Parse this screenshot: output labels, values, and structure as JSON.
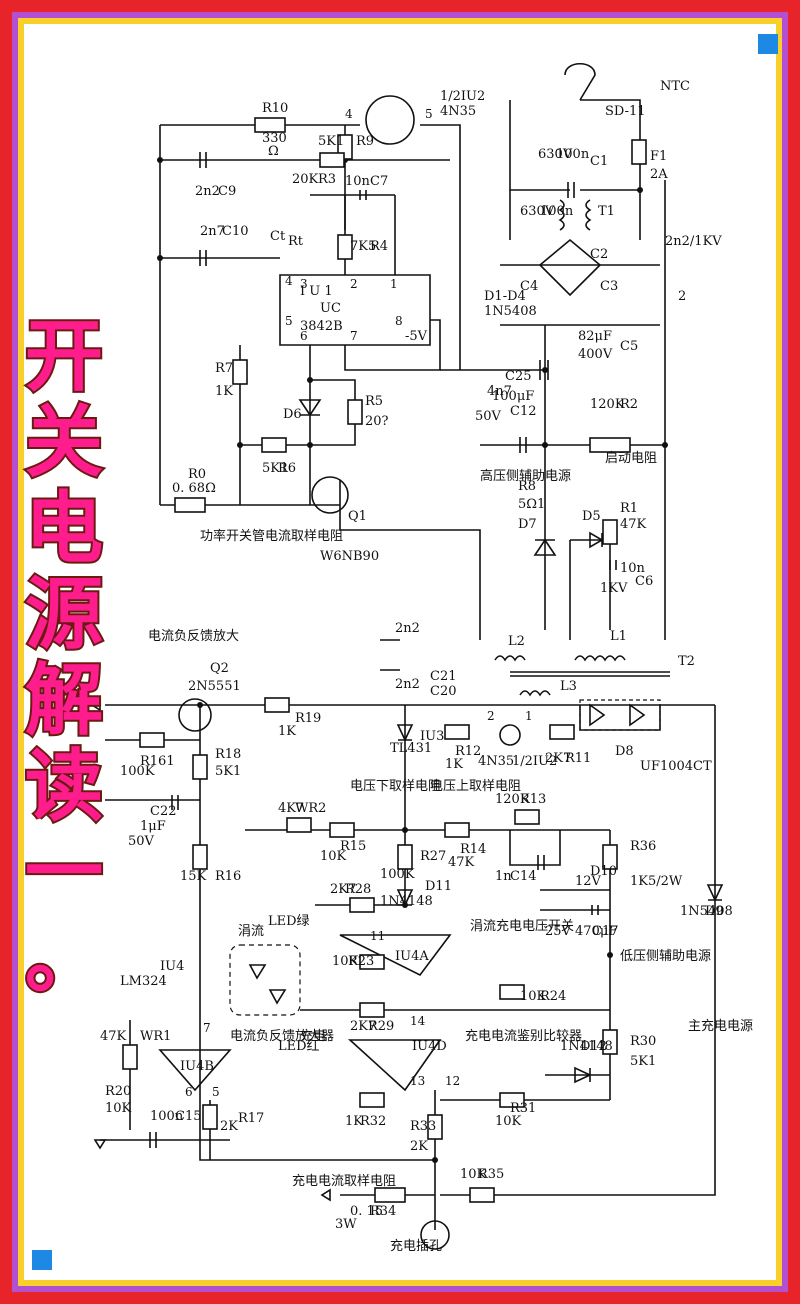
{
  "title": {
    "chars": [
      "开",
      "关",
      "电",
      "源",
      "解",
      "读",
      "一",
      "。"
    ],
    "color": "#ff1d8e",
    "outline": "#6b1a10"
  },
  "colors": {
    "border_outer": "#e8242b",
    "border_mid": "#b44fd2",
    "border_inner": "#f7d02c",
    "corner_marker": "#1e88e5"
  },
  "components": {
    "r10": "R10",
    "r10_val": "330",
    "r10_unit": "Ω",
    "r9": "R9",
    "r9_val": "5K1",
    "r3": "R3",
    "r3_val": "20K",
    "c9": "C9",
    "c9_val": "2n2",
    "c10": "C10",
    "c10_val": "2n7",
    "c7": "C7",
    "c7_val": "10n",
    "r4": "R4",
    "r4_val": "7K5",
    "iu1_a": "I U 1",
    "iu1_b": "UC",
    "iu1_c": "3842B",
    "rt": "Rt",
    "ct": "Ct",
    "pin_4": "4",
    "pin_5": "5",
    "pin_3": "3",
    "pin_2": "2",
    "pin_1": "1",
    "pin_6": "6",
    "pin_7": "7",
    "pin_8": "8",
    "minus5v": "-5V",
    "u2_top": "1/2IU2",
    "u2_part": "4N35",
    "r7": "R7",
    "r7_val": "1K",
    "r6": "R6",
    "r6_val": "5K1",
    "d6": "D6",
    "r5": "R5",
    "r5_val": "20?",
    "r0": "R0",
    "r0_val": "0. 68Ω",
    "q1": "Q1",
    "q1_part": "W6NB90",
    "sense_note": "功率开关管电流取样电阻",
    "ntc": "NTC",
    "sd11": "SD-11",
    "f1": "F1",
    "f1_val": "2A",
    "c1": "C1",
    "c1_val": "100n",
    "c1_v": "630V",
    "c_100n_2": "100n",
    "c_630v_2": "630V",
    "t1": "T1",
    "c2": "C2",
    "c3": "C3",
    "c4": "C4",
    "c23_val": "2n2/1KV",
    "c23_num": "2",
    "d1d4": "D1-D4",
    "d1d4_part": "1N5408",
    "c5": "C5",
    "c5_val": "82μF",
    "c5_v": "400V",
    "c25": "C25",
    "c25_val": "4n7",
    "c12": "C12",
    "c12_val": "100μF",
    "c12_v": "50V",
    "r2": "R2",
    "r2_val": "120K",
    "start_res": "启动电阻",
    "r8": "R8",
    "r8_val": "5Ω1",
    "d7": "D7",
    "hv_aux": "高压侧辅助电源",
    "r1": "R1",
    "r1_val": "47K",
    "d5": "D5",
    "c6": "C6",
    "c6_val": "10n",
    "c6_v": "1KV",
    "l1": "L1",
    "l2": "L2",
    "l3": "L3",
    "t2": "T2",
    "c21": "C21",
    "c20": "C20",
    "c21_val": "2n2",
    "c20_val": "2n2",
    "q2_note": "电流负反馈放大",
    "q2": "Q2",
    "q2_part": "2N5551",
    "r19": "R19",
    "r19_val": "1K",
    "r12": "R12",
    "r12_val": "1K",
    "u2b_part": "4N35",
    "u2b": "1/2IU2",
    "r11": "R11",
    "r11_val": "2K7",
    "d8": "D8",
    "d8_part": "UF1004CT",
    "r161": "R161",
    "r161_val": "100K",
    "r18": "R18",
    "r18_val": "5K1",
    "c22": "C22",
    "c22_val": "1μF",
    "c22_v": "50V",
    "iu3": "IU3",
    "iu3_part": "TL431",
    "vr2": "WR2",
    "vr2_val": "4K7",
    "v_sample_low": "电压下取样电阻",
    "v_sample_up": "电压上取样电阻",
    "r13": "R13",
    "r13_val": "120K",
    "r15": "R15",
    "r15_val": "10K",
    "r27": "R27",
    "r27_val": "100K",
    "r14": "R14",
    "r14_val": "47K",
    "c14": "C14",
    "c14_val": "1n",
    "r36": "R36",
    "r36_val": "1K5/2W",
    "d10": "D10",
    "d10_val": "12V",
    "d9": "D9",
    "d9_part": "1N5408",
    "c17": "C17",
    "c17_val": "470μF",
    "c17_v": "25V",
    "lv_aux": "低压侧辅助电源",
    "r16": "R16",
    "r16_val": "15K",
    "d11": "D11",
    "d11_part": "1N4148",
    "r28": "R28",
    "r28_val": "2K7",
    "iu4": "IU4",
    "iu4_part": "LM324",
    "float_label": "涓流",
    "led_green": "LED绿",
    "r23": "R23",
    "r23_val": "10K",
    "iu4a": "IU4A",
    "trickle_sw": "涓流充电电压开关",
    "r24": "R24",
    "r24_val": "10K",
    "main_charge": "主充电电源",
    "r30": "R30",
    "r30_val": "5K1",
    "d12": "D12",
    "d12_part": "1N4148",
    "charge_txt": "充电",
    "led_red": "LED红",
    "r29": "R29",
    "r29_val": "2K7",
    "iu4d": "IU4D",
    "cmp_label": "充电电流鉴别比较器",
    "wr1": "WR1",
    "wr1_val": "47K",
    "iu4b": "IU4B",
    "neg_fb_amp": "电流负反馈放大器",
    "pin_11": "11",
    "pin_14": "14",
    "pin_13": "13",
    "pin_12": "12",
    "r20": "R20",
    "r20_val": "10K",
    "c15": "C15",
    "c15_val": "100n",
    "r17": "R17",
    "r17_val": "2K",
    "r32": "R32",
    "r32_val": "1K",
    "r33": "R33",
    "r33_val": "2K",
    "r31": "R31",
    "r31_val": "10K",
    "r35": "R35",
    "r35_val": "10K",
    "charge_sense": "充电电流取样电阻",
    "r34": "R34",
    "r34_val": "0. 15",
    "r34_w": "3W",
    "jack": "充电插孔"
  }
}
